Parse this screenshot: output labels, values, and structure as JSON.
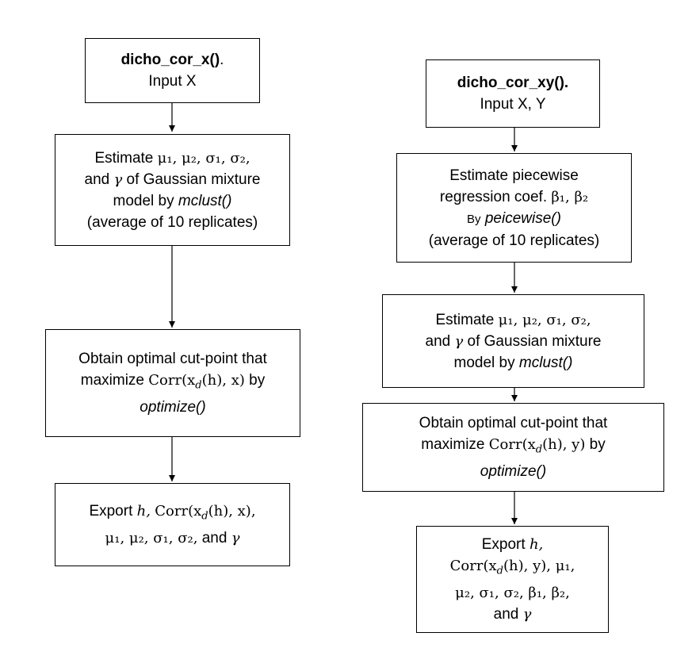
{
  "left": {
    "box1": {
      "func": "dicho_cor_x()",
      "func_tail": ".",
      "input": "Input X"
    },
    "box2": {
      "line1_prefix": "Estimate",
      "line1_math": "μ₁, μ₂, σ₁, σ₂,",
      "line2_prefix": "and",
      "line2_var": "γ",
      "line2_suffix": "of Gaussian mixture",
      "line3_prefix": "model by",
      "line3_func": "mclust()",
      "line4": "(average of 10 replicates)"
    },
    "box3": {
      "line1": "Obtain optimal cut-point that",
      "line2_prefix": "maximize",
      "line2_math": "Corr(x_d(h), x)",
      "line2_suffix": "by",
      "line3_func": "optimize()"
    },
    "box4": {
      "line1_prefix": "Export",
      "line1_var": "h,",
      "line1_math": "Corr(x_d(h), x),",
      "line2_math": "μ₁, μ₂, σ₁, σ₂,",
      "line2_suffix": "and",
      "line2_var": "γ"
    }
  },
  "right": {
    "box1": {
      "func": "dicho_cor_xy().",
      "input": "Input X, Y"
    },
    "box2": {
      "line1": "Estimate piecewise",
      "line2_prefix": "regression coef.",
      "line2_math": "β₁, β₂",
      "line3_prefix": "By",
      "line3_func": "peicewise()",
      "line4": "(average of 10 replicates)"
    },
    "box3": {
      "line1_prefix": "Estimate",
      "line1_math": "μ₁, μ₂, σ₁, σ₂,",
      "line2_prefix": "and",
      "line2_var": "γ",
      "line2_suffix": "of Gaussian mixture",
      "line3_prefix": "model by",
      "line3_func": "mclust()"
    },
    "box4": {
      "line1": "Obtain optimal cut-point that",
      "line2_prefix": "maximize",
      "line2_math": "Corr(x_d(h), y)",
      "line2_suffix": "by",
      "line3_func": "optimize()"
    },
    "box5": {
      "line1_prefix": "Export",
      "line1_var": "h,",
      "line2_math": "Corr(x_d(h), y),  μ₁,",
      "line3_math": "μ₂, σ₁, σ₂, β₁, β₂,",
      "line4_prefix": "and",
      "line4_var": "γ"
    }
  }
}
